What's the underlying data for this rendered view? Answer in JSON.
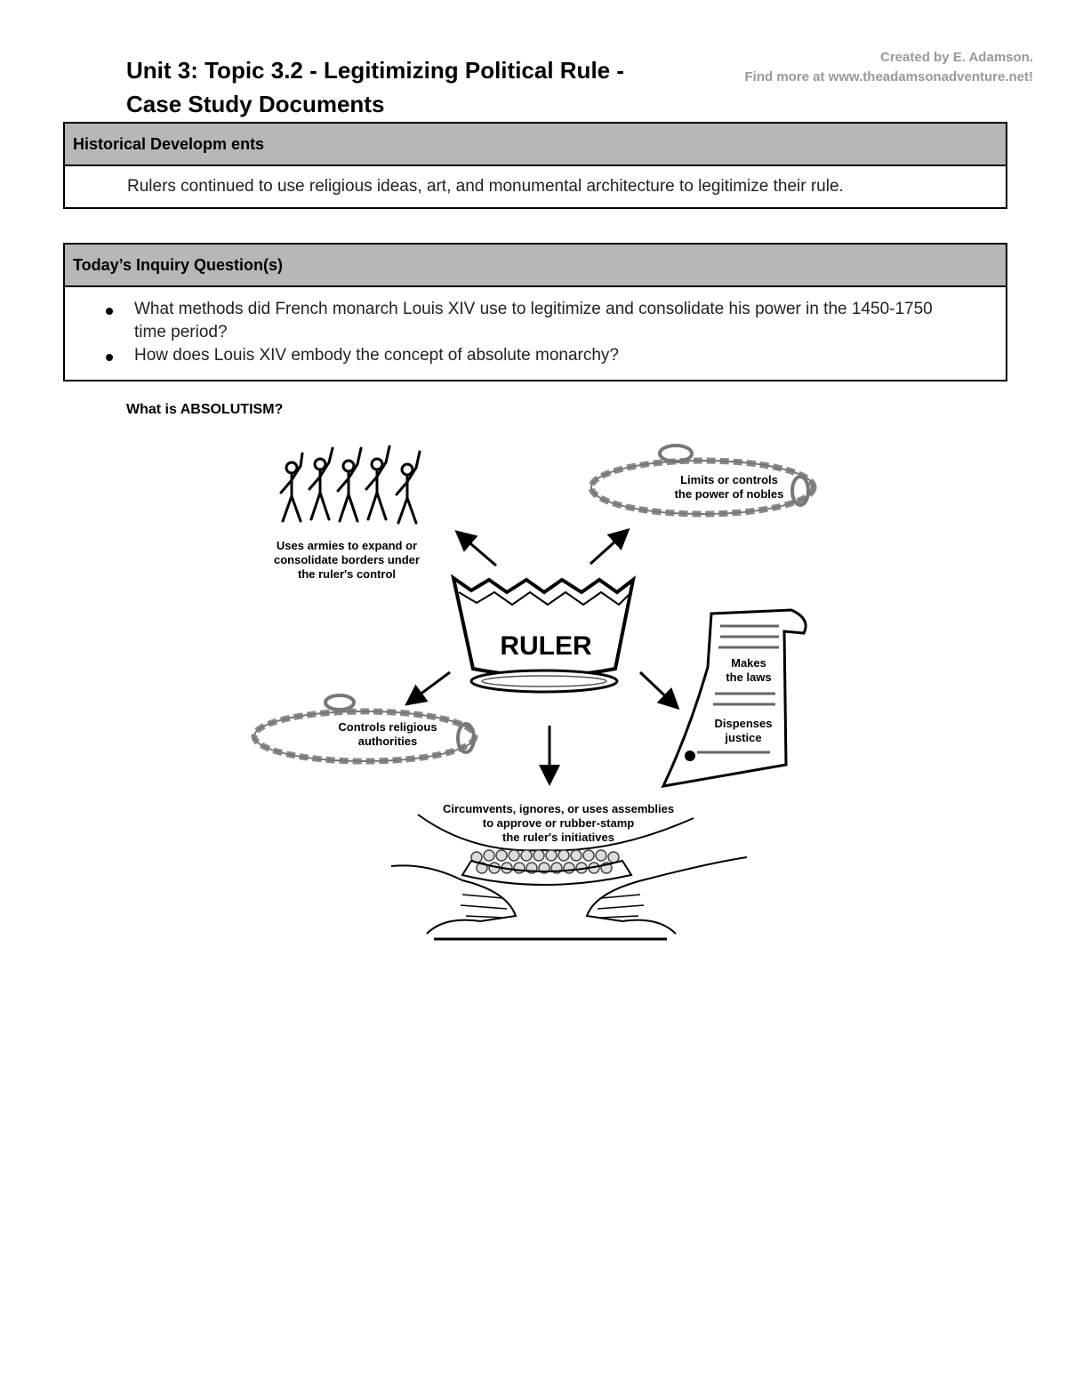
{
  "header": {
    "title_line1": "Unit 3: Topic 3.2 - Legitimizing Political Rule -",
    "title_line2": "Case Study Documents",
    "credit_line1": "Created by E. Adamson.",
    "credit_line2": "Find more at www.theadamsonadventure.net!"
  },
  "historical": {
    "heading": "Historical Developm ents",
    "text": "Rulers continued to use religious ideas, art, and monumental architecture to legitimize their rule."
  },
  "inquiry": {
    "heading": "Today’s Inquiry Question(s)",
    "questions": [
      "What methods did French monarch Louis XIV use to legitimize and consolidate his power in the 1450-1750 time period?",
      "How does Louis XIV embody the concept of absolute monarchy?"
    ]
  },
  "absolutism": {
    "heading": "What is ABSOLUTISM?",
    "diagram": {
      "center": "RULER",
      "armies": [
        "Uses armies to expand or",
        "consolidate borders under",
        "the ruler's control"
      ],
      "nobles": [
        "Limits or controls",
        "the power of nobles"
      ],
      "religion": [
        "Controls religious",
        "authorities"
      ],
      "laws": [
        "Makes",
        "the laws"
      ],
      "justice": [
        "Dispenses",
        "justice"
      ],
      "assemblies": [
        "Circumvents, ignores, or uses assemblies",
        "to approve or rubber-stamp",
        "the ruler's initiatives"
      ]
    }
  }
}
